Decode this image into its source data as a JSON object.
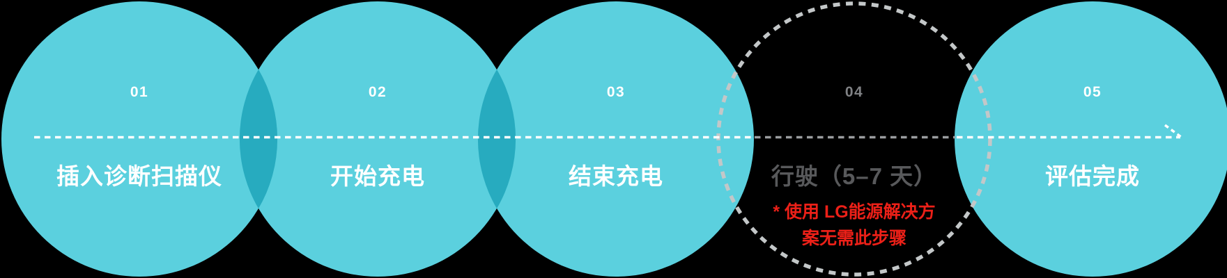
{
  "diagram": {
    "title": "ev-battery-diagnosis-process",
    "steps": [
      {
        "number": "01",
        "label": "插入诊断扫描仪"
      },
      {
        "number": "02",
        "label": "开始充电"
      },
      {
        "number": "03",
        "label": "结束充电"
      },
      {
        "number": "04",
        "label": "行驶（5–7 天）",
        "note_line1": "* 使用 LG能源解决方",
        "note_line2": "案无需此步骤"
      },
      {
        "number": "05",
        "label": "评估完成"
      }
    ],
    "colors": {
      "background": "#000000",
      "circle_fill": "#5BD0DE",
      "circle_overlap": "#27ABBF",
      "dashed_circle_border": "#C3C7C8",
      "number_text": "#FFFFFF",
      "number_text_step4": "#808285",
      "label_text": "#FFFFFF",
      "label_text_step4": "#58595B",
      "note_text": "#EC2018",
      "dotted_line_white": "#FFFFFF",
      "dotted_line_gray": "#9B9DA0"
    }
  }
}
